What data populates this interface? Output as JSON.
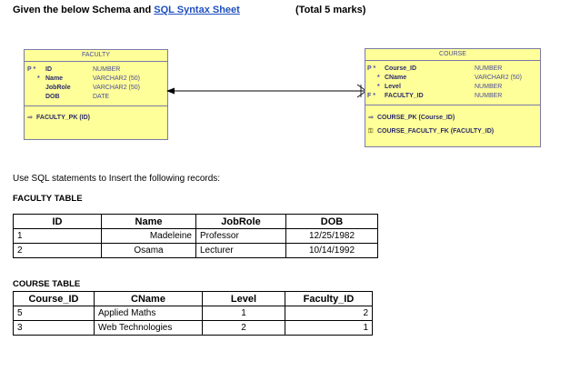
{
  "header": {
    "prefix": "Given the below Schema and ",
    "link": "SQL Syntax Sheet",
    "marks": "(Total 5 marks)"
  },
  "faculty_entity": {
    "title": "FACULTY",
    "columns": [
      {
        "key": "P *",
        "name": "ID",
        "type": "NUMBER"
      },
      {
        "key": "*",
        "name": "Name",
        "type": "VARCHAR2 (50)"
      },
      {
        "key": "",
        "name": "JobRole",
        "type": "VARCHAR2 (50)"
      },
      {
        "key": "",
        "name": "DOB",
        "type": "DATE"
      }
    ],
    "index": "FACULTY_PK (ID)"
  },
  "course_entity": {
    "title": "COURSE",
    "columns": [
      {
        "key": "P *",
        "name": "Course_ID",
        "type": "NUMBER"
      },
      {
        "key": "*",
        "name": "CName",
        "type": "VARCHAR2 (50)"
      },
      {
        "key": "*",
        "name": "Level",
        "type": "NUMBER"
      },
      {
        "key": "F *",
        "name": "FACULTY_ID",
        "type": "NUMBER"
      }
    ],
    "indexes": [
      "COURSE_PK (Course_ID)",
      "COURSE_FACULTY_FK (FACULTY_ID)"
    ]
  },
  "instruction": "Use SQL statements to Insert the following records:",
  "faculty_table": {
    "label": "FACULTY TABLE",
    "headers": [
      "ID",
      "Name",
      "JobRole",
      "DOB"
    ],
    "rows": [
      [
        "1",
        "Madeleine",
        "Professor",
        "12/25/1982"
      ],
      [
        "2",
        "Osama",
        "Lecturer",
        "10/14/1992"
      ]
    ]
  },
  "course_table": {
    "label": "COURSE TABLE",
    "headers": [
      "Course_ID",
      "CName",
      "Level",
      "Faculty_ID"
    ],
    "rows": [
      [
        "5",
        "Applied Maths",
        "1",
        "2"
      ],
      [
        "3",
        "Web Technologies",
        "2",
        "1"
      ]
    ]
  }
}
